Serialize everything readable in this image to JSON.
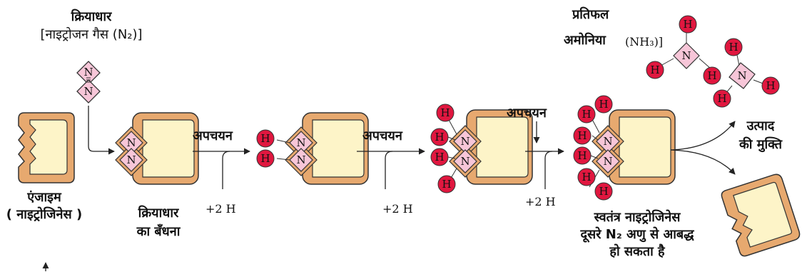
{
  "labels": {
    "substrate_line1": "क्रियाधार",
    "substrate_line2": "[नाइट्रोजन गैस (N₂)]",
    "enzyme_line1": "एंजाइम",
    "enzyme_line2": "( नाइट्रोजिनेस )",
    "binding_line1": "क्रियाधार",
    "binding_line2": "का बँधना",
    "reduction_1": "अपचयन",
    "reduction_2": "अपचयन",
    "reduction_3": "अपचयन",
    "plus2h_1": "+2 H",
    "plus2h_2": "+2 H",
    "plus2h_3": "+2 H",
    "product_line1": "प्रतिफल",
    "product_line2": "अमोनिया",
    "product_formula": "(NH₃)]",
    "release_line1": "उत्पाद",
    "release_line2": "की मुक्ति",
    "free_line1": "स्वतंत्र नाइट्रोजिनेस",
    "free_line2": "दूसरे N₂ अणु से आबद्ध",
    "free_line3": "हो सकता है"
  },
  "atoms": {
    "hydrogen": "H",
    "nitrogen": "N"
  },
  "colors": {
    "enzyme_outer": "#e7a96f",
    "enzyme_inner": "#fdf4c8",
    "enzyme_stroke": "#333333",
    "nitrogen_fill": "#f7c6d8",
    "hydrogen_fill": "#e0173f",
    "arrow": "#222222"
  }
}
